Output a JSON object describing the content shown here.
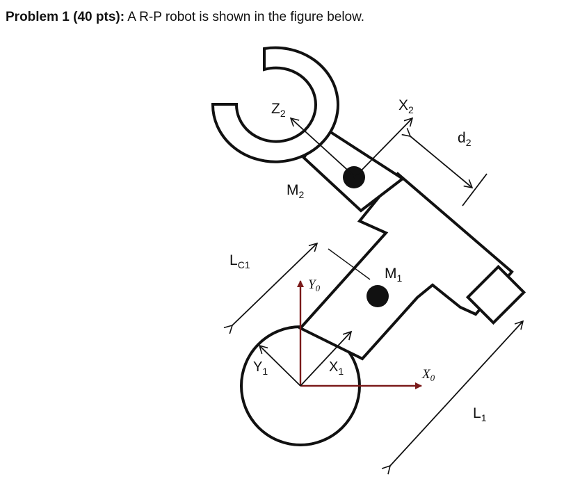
{
  "heading": {
    "bold_part": "Problem 1 (40 pts):",
    "text_part": " A R-P robot is shown in the figure below."
  },
  "labels": {
    "z2": {
      "main": "Z",
      "sub": "2"
    },
    "x2": {
      "main": "X",
      "sub": "2"
    },
    "d2": {
      "main": "d",
      "sub": "2"
    },
    "m2": {
      "main": "M",
      "sub": "2"
    },
    "m1": {
      "main": "M",
      "sub": "1"
    },
    "lc1": {
      "main": "L",
      "sub": "C1"
    },
    "l1": {
      "main": "L",
      "sub": "1"
    },
    "y0": {
      "main": "Y",
      "sub": "0"
    },
    "x0": {
      "main": "X",
      "sub": "0"
    },
    "y1": {
      "main": "Y",
      "sub": "1"
    },
    "x1": {
      "main": "X",
      "sub": "1"
    }
  },
  "colors": {
    "ink": "#111111",
    "base_frame_axis": "#7a1a1a"
  }
}
